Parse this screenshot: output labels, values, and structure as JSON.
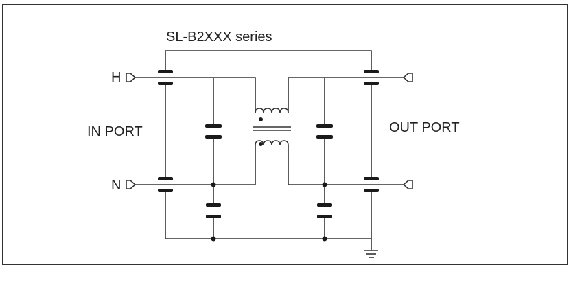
{
  "diagram": {
    "title": "SL-B2XXX series",
    "in_port_label": "IN PORT",
    "out_port_label": "OUT PORT",
    "terminal_h": "H",
    "terminal_n": "N"
  },
  "colors": {
    "line": "#333333",
    "component": "#1a1a1a",
    "background": "#ffffff"
  }
}
